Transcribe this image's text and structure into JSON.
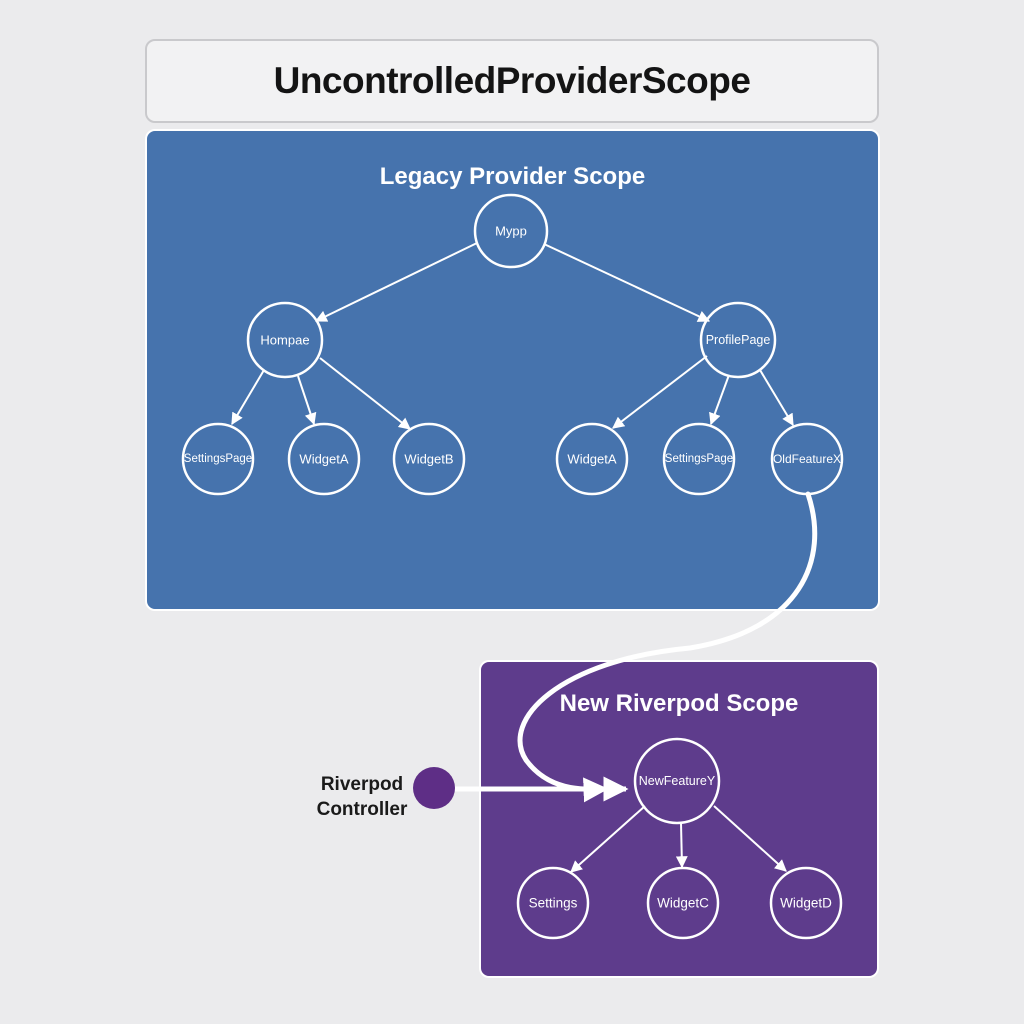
{
  "diagram": {
    "title": "UncontrolledProviderScope",
    "legacy_scope": {
      "title": "Legacy Provider Scope",
      "nodes": [
        {
          "id": "mypp",
          "label": "Mypp"
        },
        {
          "id": "hompae",
          "label": "Hompae"
        },
        {
          "id": "profilepage",
          "label": "ProfilePage"
        },
        {
          "id": "settingspage-1",
          "label": "SettingsPage"
        },
        {
          "id": "widgeta-1",
          "label": "WidgetA"
        },
        {
          "id": "widgetb",
          "label": "WidgetB"
        },
        {
          "id": "widgeta-2",
          "label": "WidgetA"
        },
        {
          "id": "settingspage-2",
          "label": "SettingsPage"
        },
        {
          "id": "oldfeaturex",
          "label": "OldFeatureX"
        }
      ]
    },
    "new_scope": {
      "title": "New Riverpod Scope",
      "nodes": [
        {
          "id": "newfeaturey",
          "label": "NewFeatureY"
        },
        {
          "id": "settings",
          "label": "Settings"
        },
        {
          "id": "widgetc",
          "label": "WidgetC"
        },
        {
          "id": "widgetd",
          "label": "WidgetD"
        }
      ]
    },
    "controller": {
      "label_line1": "Riverpod",
      "label_line2": "Controller"
    },
    "edges": [
      {
        "from": "mypp",
        "to": "hompae"
      },
      {
        "from": "mypp",
        "to": "profilepage"
      },
      {
        "from": "hompae",
        "to": "settingspage-1"
      },
      {
        "from": "hompae",
        "to": "widgeta-1"
      },
      {
        "from": "hompae",
        "to": "widgetb"
      },
      {
        "from": "profilepage",
        "to": "widgeta-2"
      },
      {
        "from": "profilepage",
        "to": "settingspage-2"
      },
      {
        "from": "profilepage",
        "to": "oldfeaturex"
      },
      {
        "from": "oldfeaturex",
        "to": "newfeaturey"
      },
      {
        "from": "controller",
        "to": "newfeaturey"
      },
      {
        "from": "newfeaturey",
        "to": "settings"
      },
      {
        "from": "newfeaturey",
        "to": "widgetc"
      },
      {
        "from": "newfeaturey",
        "to": "widgetd"
      }
    ],
    "colors": {
      "legacy_fill": "#4673ad",
      "new_fill": "#5e3c8c",
      "controller_dot": "#5e2e86",
      "line": "#ffffff"
    }
  }
}
